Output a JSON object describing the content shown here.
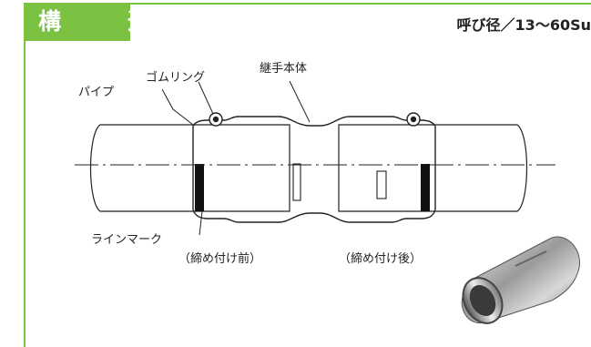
{
  "header": {
    "title": "構　造",
    "nominal_size": "呼び径／13〜60Su"
  },
  "labels": {
    "rubber_ring": "ゴムリング",
    "joint_body": "継手本体",
    "pipe": "パイプ",
    "line_mark": "ラインマーク",
    "before_crimp": "（締め付け前）",
    "after_crimp": "（締め付け後）"
  },
  "colors": {
    "accent": "#7cc242",
    "line": "#222222",
    "mark": "#111111"
  }
}
